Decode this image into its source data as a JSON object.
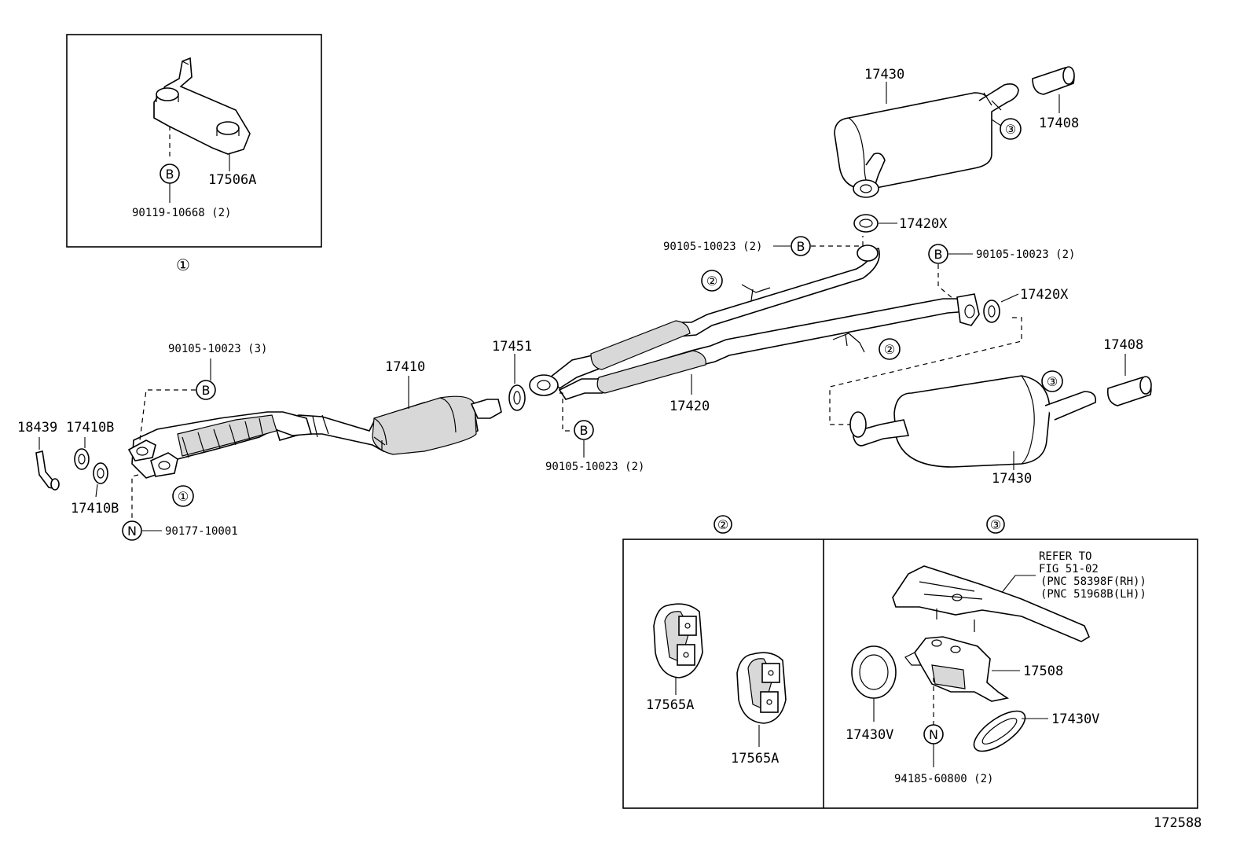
{
  "diagram_id": "172588",
  "parts": {
    "p17506A": "17506A",
    "p90119_10668": "90119-10668 (2)",
    "p17430_top": "17430",
    "p17408_top": "17408",
    "p17420X_top": "17420X",
    "p90105_10023_2_left": "90105-10023 (2)",
    "p90105_10023_2_right": "90105-10023 (2)",
    "p17420X_mid": "17420X",
    "p90105_10023_3": "90105-10023 (3)",
    "p17410": "17410",
    "p17451": "17451",
    "p17420": "17420",
    "p17408_mid": "17408",
    "p18439": "18439",
    "p17410B_top": "17410B",
    "p17410B_bottom": "17410B",
    "p90105_10023_2_bottom": "90105-10023 (2)",
    "p17430_mid": "17430",
    "p90177_10001": "90177-10001",
    "p17565A_left": "17565A",
    "p17565A_right": "17565A",
    "p17508": "17508",
    "p17430V_left": "17430V",
    "p17430V_right": "17430V",
    "p94185_60800": "94185-60800 (2)"
  },
  "refer_note": {
    "line1": "REFER TO",
    "line2": "FIG 51-02",
    "line3": "(PNC 58398F(RH))",
    "line4": "(PNC 51968B(LH))"
  },
  "callouts": {
    "bolt_letter": "B",
    "nut_letter": "N",
    "detail1": "①",
    "detail2": "②",
    "detail3": "③"
  }
}
